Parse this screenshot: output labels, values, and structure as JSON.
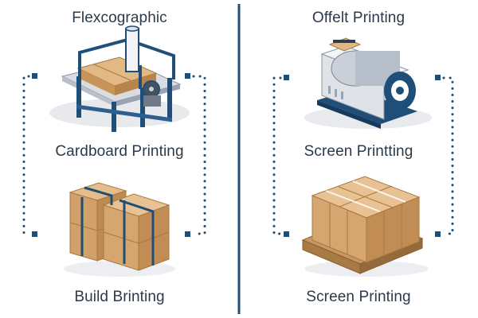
{
  "left_column": {
    "top_title": "Flexcographic",
    "middle_label": "Cardboard Printing",
    "bottom_label": "Build Brinting"
  },
  "right_column": {
    "top_title": "Offelt Printing",
    "middle_label": "Screen Printting",
    "bottom_label": "Screen Printing"
  },
  "colors": {
    "accent_navy": "#1f4e79",
    "cardboard": "#d6a873",
    "background": "#ffffff"
  },
  "icons": [
    "flexographic-press-icon",
    "stacked-boxes-icon",
    "offset-press-icon",
    "palletized-boxes-icon"
  ]
}
